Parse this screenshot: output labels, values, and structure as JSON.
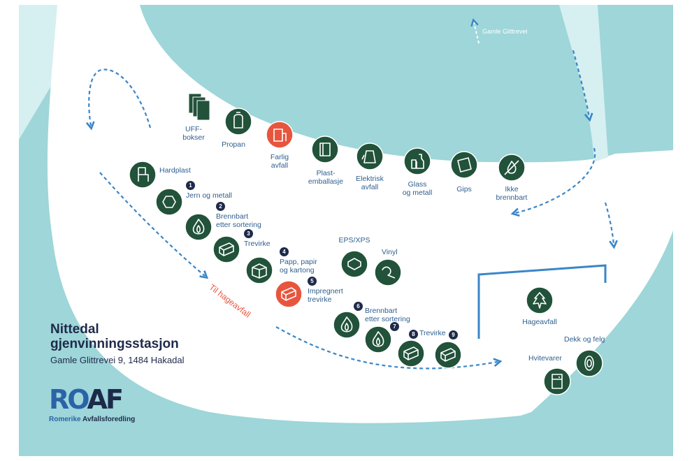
{
  "title_lines": [
    "Nittedal",
    "gjenvinningsstasjon"
  ],
  "address": "Gamle Glittrevei 9, 1484 Hakadal",
  "road_label": "Gamle Glittrevei",
  "route_label": "Til hageavfall",
  "logo": {
    "part1": "RO",
    "part2": "AF",
    "sub1": "Romerike",
    "sub2": " Avfallsforedling"
  },
  "colors": {
    "water": "#9ed6d9",
    "road": "#d6eff0",
    "container": "#22523a",
    "hazard": "#e8553e",
    "label": "#2f5f8f",
    "badge": "#1e2a4a",
    "arrow": "#3a86c8"
  },
  "stations": {
    "uff": {
      "label1": "UFF-",
      "label2": "bokser",
      "icon": "boxes-icon"
    },
    "propan": {
      "label1": "Propan",
      "icon": "gas-bottle-icon"
    },
    "farlig": {
      "label1": "Farlig",
      "label2": "avfall",
      "icon": "hazard-can-icon"
    },
    "plast": {
      "label1": "Plast-",
      "label2": "emballasje",
      "icon": "plastic-pack-icon"
    },
    "elektrisk": {
      "label1": "Elektrisk",
      "label2": "avfall",
      "icon": "kettle-icon"
    },
    "glass": {
      "label1": "Glass",
      "label2": "og metall",
      "icon": "bottles-icon"
    },
    "gips": {
      "label1": "Gips",
      "icon": "plasterboard-icon"
    },
    "ikke": {
      "label1": "Ikke",
      "label2": "brennbart",
      "icon": "no-fire-icon"
    },
    "hardplast": {
      "label1": "Hardplast",
      "icon": "chair-icon"
    },
    "jern": {
      "num": "1",
      "label1": "Jern og metall",
      "icon": "nut-icon"
    },
    "brennbart1": {
      "num": "2",
      "label1": "Brennbart",
      "label2": "etter sortering",
      "icon": "flame-icon"
    },
    "trevirke1": {
      "num": "3",
      "label1": "Trevirke",
      "icon": "planks-icon"
    },
    "papp": {
      "num": "4",
      "label1": "Papp, papir",
      "label2": "og kartong",
      "icon": "cardboard-box-icon"
    },
    "impregnert": {
      "num": "5",
      "label1": "Impregnert",
      "label2": "trevirke",
      "icon": "treated-wood-icon"
    },
    "eps": {
      "label1": "EPS/XPS",
      "icon": "eps-icon"
    },
    "vinyl": {
      "label1": "Vinyl",
      "icon": "vinyl-roll-icon"
    },
    "brennbart2": {
      "num": "6",
      "label1": "Brennbart",
      "label2": "etter sortering",
      "icon": "flame-icon"
    },
    "brennbart3": {
      "num": "7",
      "icon": "flame-icon"
    },
    "trevirke2": {
      "num": "8",
      "label1": "Trevirke",
      "icon": "planks-icon"
    },
    "trevirke3": {
      "num": "9",
      "icon": "planks-icon"
    },
    "hageavfall": {
      "label1": "Hageavfall",
      "icon": "leaf-icon"
    },
    "hvitevarer": {
      "label1": "Hvitevarer",
      "icon": "fridge-icon"
    },
    "dekk": {
      "label1": "Dekk og felg",
      "icon": "tire-icon"
    }
  }
}
